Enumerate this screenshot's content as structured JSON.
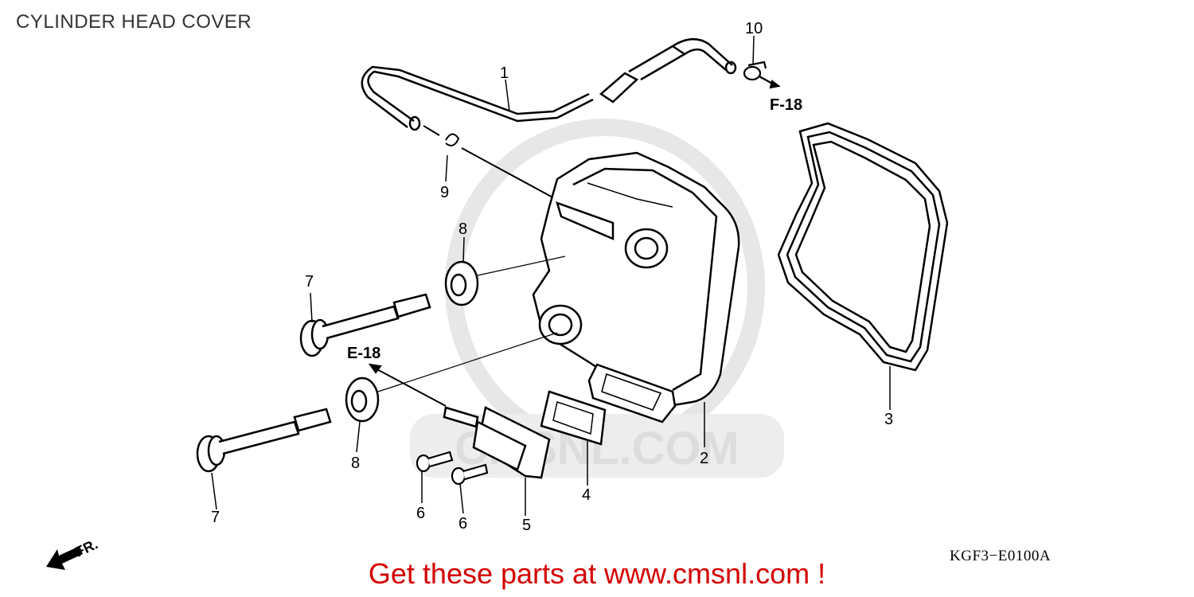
{
  "header": {
    "title": "CYLINDER HEAD COVER"
  },
  "diagram_code": "KGF3−E0100A",
  "promo_text": "Get these parts at www.cmsnl.com !",
  "watermark": "CMSNL.COM",
  "references": {
    "f18": "F-18",
    "e18": "E-18",
    "front": "FR."
  },
  "callouts": {
    "c1": "1",
    "c2": "2",
    "c3": "3",
    "c4": "4",
    "c5": "5",
    "c6a": "6",
    "c6b": "6",
    "c7a": "7",
    "c7b": "7",
    "c8a": "8",
    "c8b": "8",
    "c9": "9",
    "c10": "10"
  },
  "colors": {
    "promo": "#d40000",
    "line": "#000000",
    "watermark": "#d8d8d8"
  }
}
